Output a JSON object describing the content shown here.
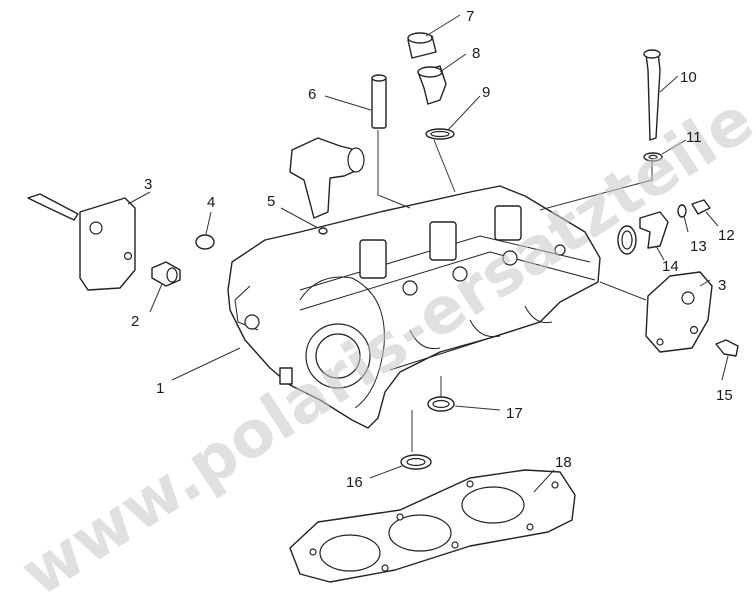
{
  "diagram": {
    "watermark": "www.polaris-ersatzteile.de",
    "callouts": [
      "1",
      "2",
      "3",
      "4",
      "5",
      "6",
      "7",
      "8",
      "9",
      "10",
      "11",
      "12",
      "13",
      "14",
      "15",
      "16",
      "17",
      "18"
    ],
    "callout_3b": "3"
  }
}
